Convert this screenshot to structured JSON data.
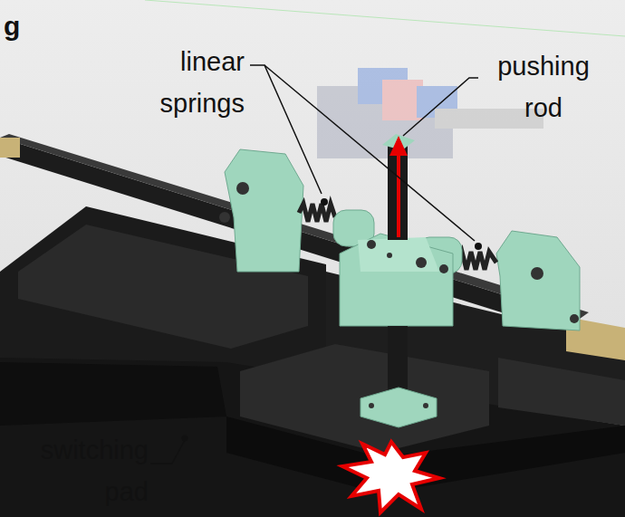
{
  "diagram": {
    "labels": [
      "g",
      "linear springs",
      "pushing rod",
      "switching pad"
    ]
  }
}
